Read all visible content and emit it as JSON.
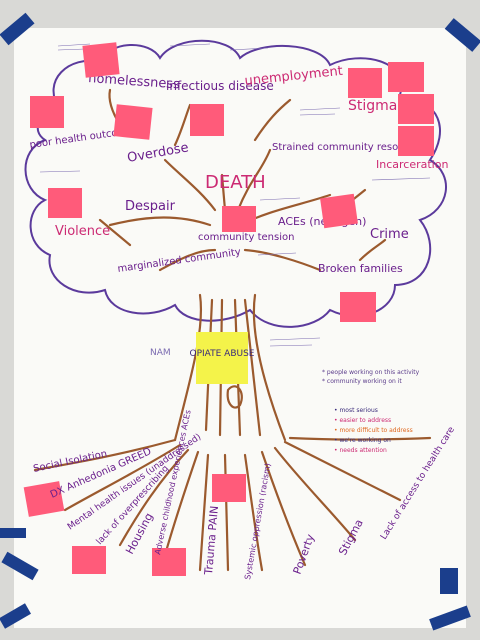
{
  "tree_top": {
    "center": "DEATH",
    "branches": [
      "homelessness",
      "infectious disease",
      "unemployment",
      "Stigma",
      "poor health outcomes",
      "Overdose",
      "Strained community resources",
      "Incarceration",
      "Violence",
      "Despair",
      "community tension",
      "ACEs (next gen)",
      "Crime",
      "marginalized community",
      "Broken families"
    ]
  },
  "trunk_label": "OPIATE ABUSE",
  "roots": [
    "Social Isolation",
    "DX Anhedonia GREED",
    "Mental health issues (unaddressed)",
    "lack of overprescribing",
    "Housing",
    "Adverse childhood experiences ACEs",
    "Trauma PAIN",
    "Systemic oppression (racism)",
    "Poverty",
    "Stigma",
    "Lack of access to health care"
  ],
  "side_notes": {
    "nam": "NAM",
    "legend_top": [
      "* people working on this activity",
      "* community working on it"
    ],
    "legend_bottom": [
      "• most serious",
      "• easier to address",
      "• more difficult to address",
      "• we're working on",
      "• needs attention"
    ]
  },
  "colors": {
    "wall": "#d9d9d6",
    "paper": "#fafaf7",
    "tree_outline": "#5b3a9c",
    "trunk": "#9b5a2e",
    "text_purple": "#6a1f8c",
    "sticky_pink": "#ff5b7a",
    "sticky_yellow": "#f4f34a",
    "tape": "#1b3e8c"
  }
}
